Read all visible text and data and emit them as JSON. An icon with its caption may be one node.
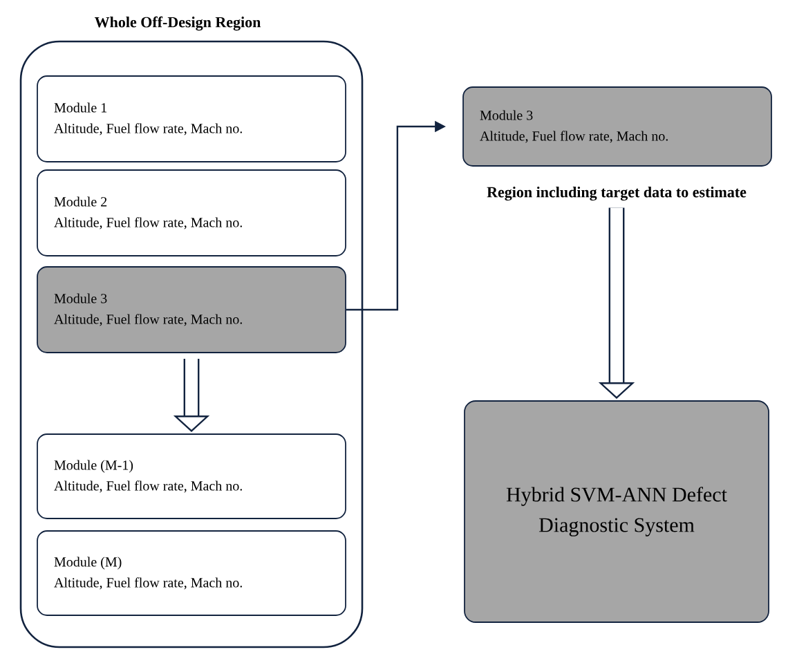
{
  "diagram": {
    "nodes": [
      {
        "text": [
          "Whole Off-Design Region"
        ]
      },
      {
        "text": [
          "Module 1",
          "Altitude, Fuel flow rate, Mach no."
        ],
        "in": 0
      },
      {
        "text": [
          "Module 2",
          "Altitude, Fuel flow rate, Mach no."
        ],
        "in": 0
      },
      {
        "text": [
          "Module 3",
          "Altitude, Fuel flow rate, Mach no."
        ],
        "in": 0
      },
      {
        "text": [
          "Module (M-1)",
          "Altitude, Fuel flow rate, Mach no."
        ],
        "in": 0
      },
      {
        "text": [
          "Module (M)",
          "Altitude, Fuel flow rate, Mach no."
        ],
        "in": 0
      },
      {
        "text": [
          "Module 3",
          "Altitude, Fuel flow rate, Mach no."
        ]
      },
      {
        "text": [
          "Region including target data to estimate"
        ]
      },
      {
        "text": [
          "Hybrid SVM-ANN Defect Diagnostic System"
        ]
      }
    ],
    "edges": [
      {
        "from": 3,
        "to": 4,
        "arrow": "to"
      },
      {
        "from": 3,
        "to": 6,
        "arrow": "to"
      },
      {
        "from": 7,
        "to": 8,
        "arrow": "to"
      }
    ]
  }
}
